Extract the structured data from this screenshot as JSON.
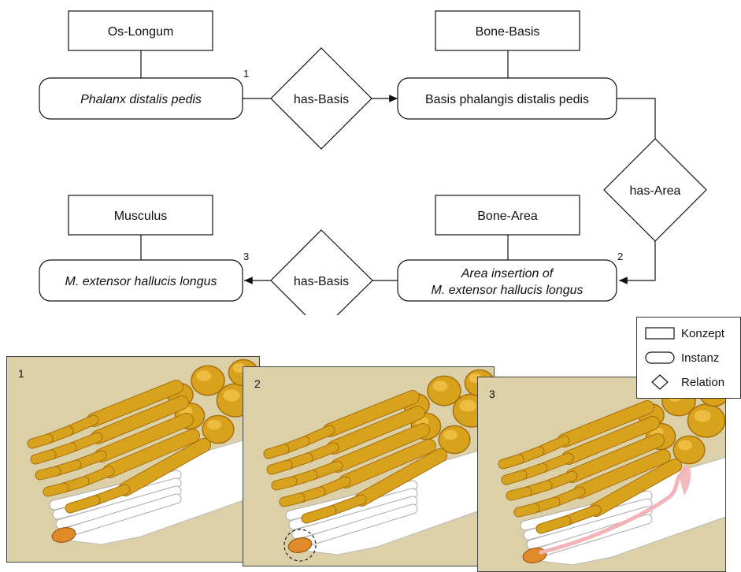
{
  "concepts": {
    "os_longum": "Os-Longum",
    "bone_basis": "Bone-Basis",
    "musculus": "Musculus",
    "bone_area": "Bone-Area"
  },
  "instances": {
    "phalanx": "Phalanx distalis pedis",
    "basis": "Basis phalangis distalis pedis",
    "muscle": "M. extensor hallucis longus",
    "area_line1": "Area insertion of",
    "area_line2": "M. extensor hallucis longus"
  },
  "relations": {
    "has_basis_top": "has-Basis",
    "has_area": "has-Area",
    "has_basis_bottom": "has-Basis"
  },
  "markers": {
    "phalanx": "1",
    "area": "2",
    "muscle": "3"
  },
  "panels": [
    {
      "number": "1"
    },
    {
      "number": "2"
    },
    {
      "number": "3"
    }
  ],
  "legend": {
    "konzept": "Konzept",
    "instanz": "Instanz",
    "relation": "Relation"
  },
  "colors": {
    "bone": "#d9a21c",
    "bone_shadow": "#a7700c",
    "bone_highlight": "#f1c44c",
    "panel_bg": "#dcd0a8",
    "white_bone": "#ffffff",
    "muscle": "#f2b4b9",
    "highlight_bone": "#e08a2a"
  }
}
